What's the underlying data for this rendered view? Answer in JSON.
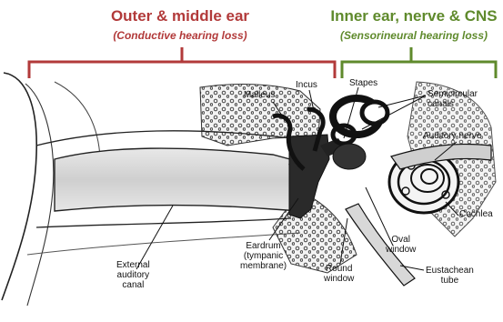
{
  "headings": {
    "outer": {
      "title": "Outer & middle ear",
      "subtitle": "(Conductive hearing loss)",
      "color": "#b23a3a"
    },
    "inner": {
      "title": "Inner ear, nerve & CNS",
      "subtitle": "(Sensorineural hearing loss)",
      "color": "#5f8a2c"
    }
  },
  "labels": {
    "malleus": "Malleus",
    "incus": "Incus",
    "stapes": "Stapes",
    "semicircular": [
      "Semicircular",
      "canals"
    ],
    "auditory_nerve": "Auditory nerve",
    "cochlea": "Cochlea",
    "oval_window": [
      "Oval",
      "window"
    ],
    "eardrum": [
      "Eardrum",
      "(tympanic",
      "membrane)"
    ],
    "round_window": [
      "Round",
      "window"
    ],
    "external_canal": [
      "External",
      "auditory",
      "canal"
    ],
    "eustachean": [
      "Eustachean",
      "tube"
    ]
  }
}
